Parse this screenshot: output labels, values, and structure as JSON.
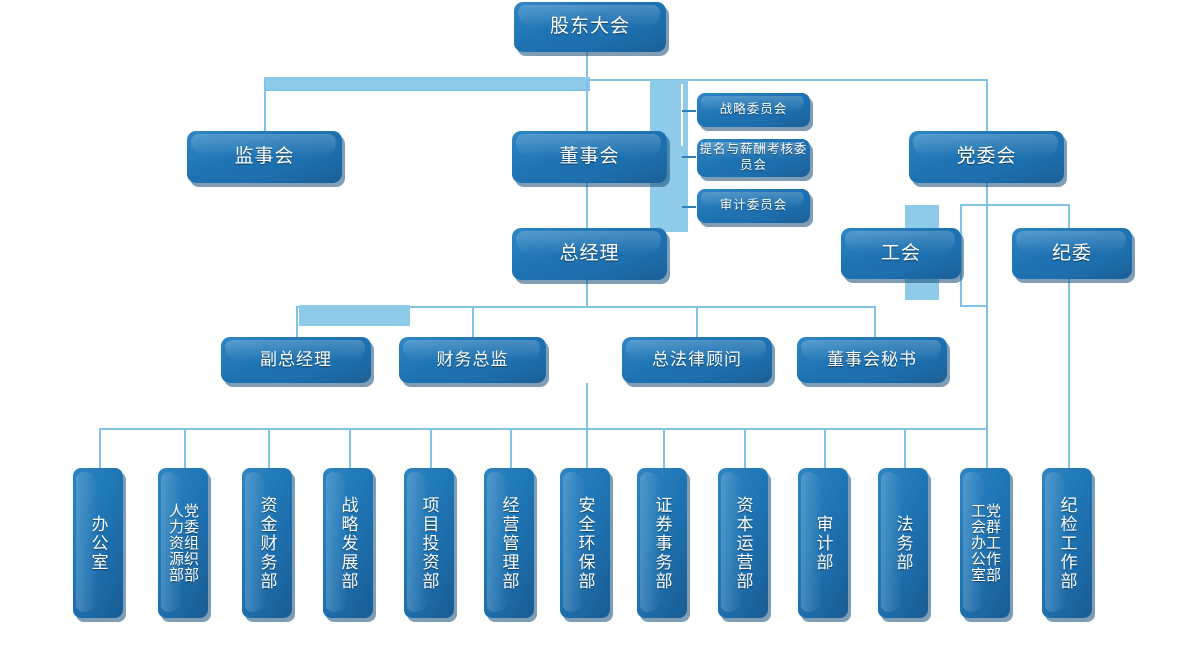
{
  "meta": {
    "title": "公司组织架构图",
    "accent": "#1f77b6",
    "connector_color": "#7fc3e8",
    "band_color": "#8ecbe9"
  },
  "nodes": {
    "shareholders_meeting": "股东大会",
    "supervisory_board": "监事会",
    "board_of_directors": "董事会",
    "party_committee": "党委会",
    "general_manager": "总经理",
    "labor_union": "工会",
    "discipline_committee": "纪委"
  },
  "committees": [
    {
      "label": "战略委员会"
    },
    {
      "label": "提名与薪酬考核委员会"
    },
    {
      "label": "审计委员会"
    }
  ],
  "executives": [
    {
      "label": "副总经理"
    },
    {
      "label": "财务总监"
    },
    {
      "label": "总法律顾问"
    },
    {
      "label": "董事会秘书"
    }
  ],
  "departments": [
    {
      "lines": [
        "办公室"
      ]
    },
    {
      "lines": [
        "党委组织部",
        "人力资源部"
      ]
    },
    {
      "lines": [
        "资金财务部"
      ]
    },
    {
      "lines": [
        "战略发展部"
      ]
    },
    {
      "lines": [
        "项目投资部"
      ]
    },
    {
      "lines": [
        "经营管理部"
      ]
    },
    {
      "lines": [
        "安全环保部"
      ]
    },
    {
      "lines": [
        "证券事务部"
      ]
    },
    {
      "lines": [
        "资本运营部"
      ]
    },
    {
      "lines": [
        "审计部"
      ]
    },
    {
      "lines": [
        "法务部"
      ]
    },
    {
      "lines": [
        "党群工作部",
        "工会办公室"
      ]
    },
    {
      "lines": [
        "纪检工作部"
      ]
    }
  ]
}
